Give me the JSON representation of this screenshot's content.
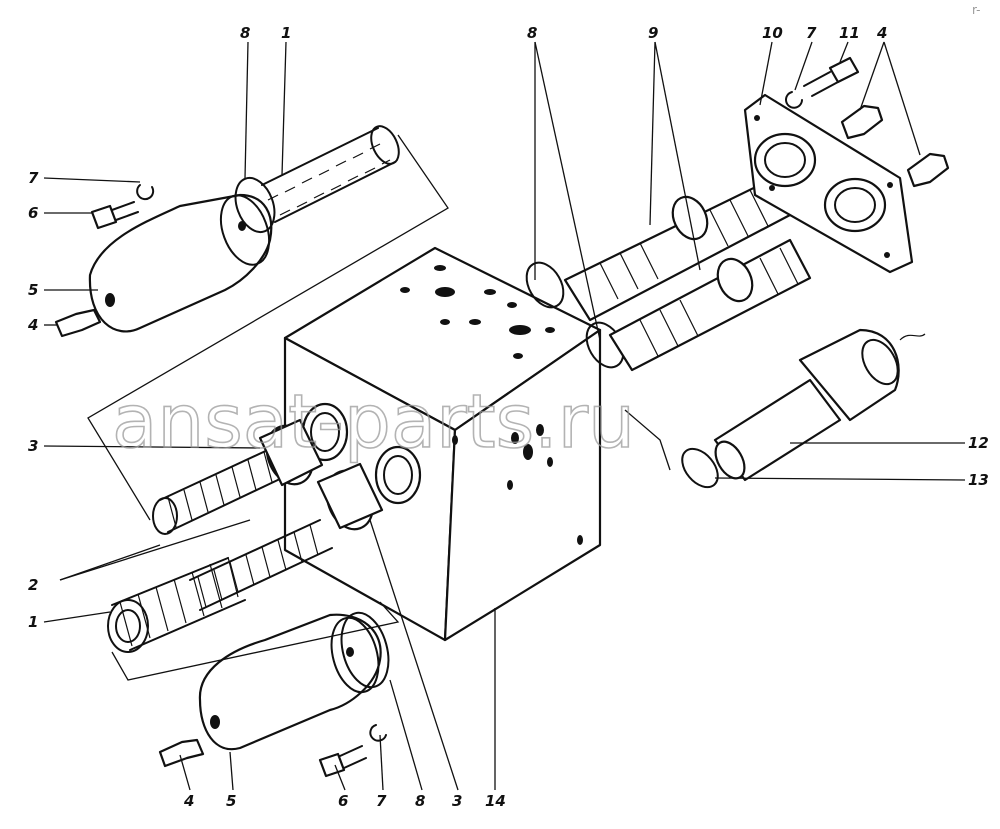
{
  "callouts": {
    "c1_top": "1",
    "c8_top_left": "8",
    "c7_left": "7",
    "c6_left": "6",
    "c5_left": "5",
    "c4_left": "4",
    "c3_left": "3",
    "c2_left": "2",
    "c1_left": "1",
    "c8_top_mid": "8",
    "c9_top": "9",
    "c10_top": "10",
    "c7_top_right": "7",
    "c11_top": "11",
    "c4_top_right": "4",
    "c12_right": "12",
    "c13_right": "13",
    "c4_bottom": "4",
    "c5_bottom": "5",
    "c6_bottom": "6",
    "c7_bottom": "7",
    "c8_bottom": "8",
    "c3_bottom": "3",
    "c14_bottom": "14"
  },
  "watermark": {
    "text": "ansat-parts.ru",
    "color": "#9a9a9a"
  },
  "corner_mark": "r-",
  "colors": {
    "ink": "#111111",
    "paper": "#ffffff"
  }
}
